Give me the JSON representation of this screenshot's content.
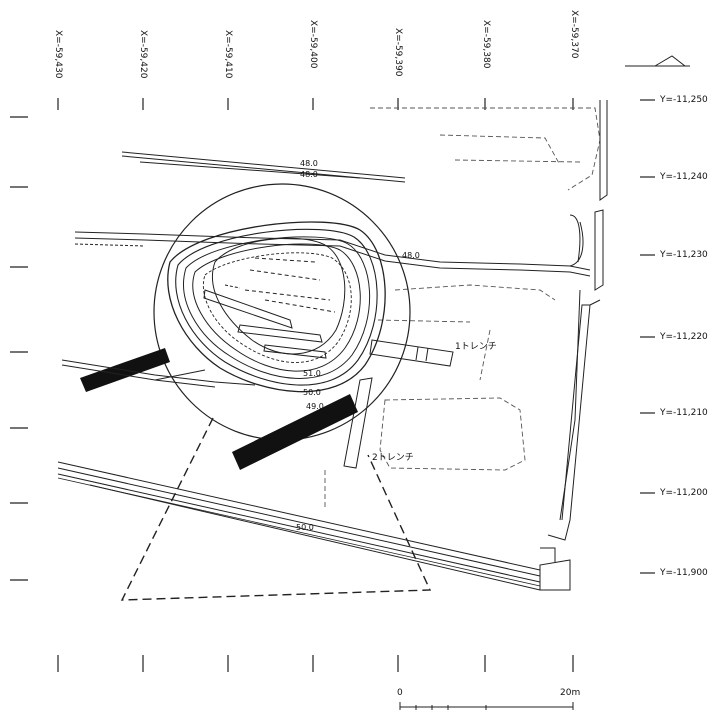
{
  "x_coords": [
    "X=-59,430",
    "X=-59,420",
    "X=-59,410",
    "X=-59,400",
    "X=-59,390",
    "X=-59,380",
    "X=-59,370"
  ],
  "y_coords": [
    "Y=-11,250",
    "Y=-11,240",
    "Y=-11,230",
    "Y=-11,220",
    "Y=-11,210",
    "Y=-11,200",
    "Y=-11,900"
  ],
  "trenches": {
    "t1": "1トレンチ",
    "t2": "2トレンチ"
  },
  "elevations": {
    "e1": "48.0",
    "e2": "48.0",
    "e3": "48.0",
    "e4": "51.0",
    "e5": "50.0",
    "e6": "49.0",
    "e7": "50.0"
  },
  "scale": {
    "start": "0",
    "end": "20m"
  }
}
